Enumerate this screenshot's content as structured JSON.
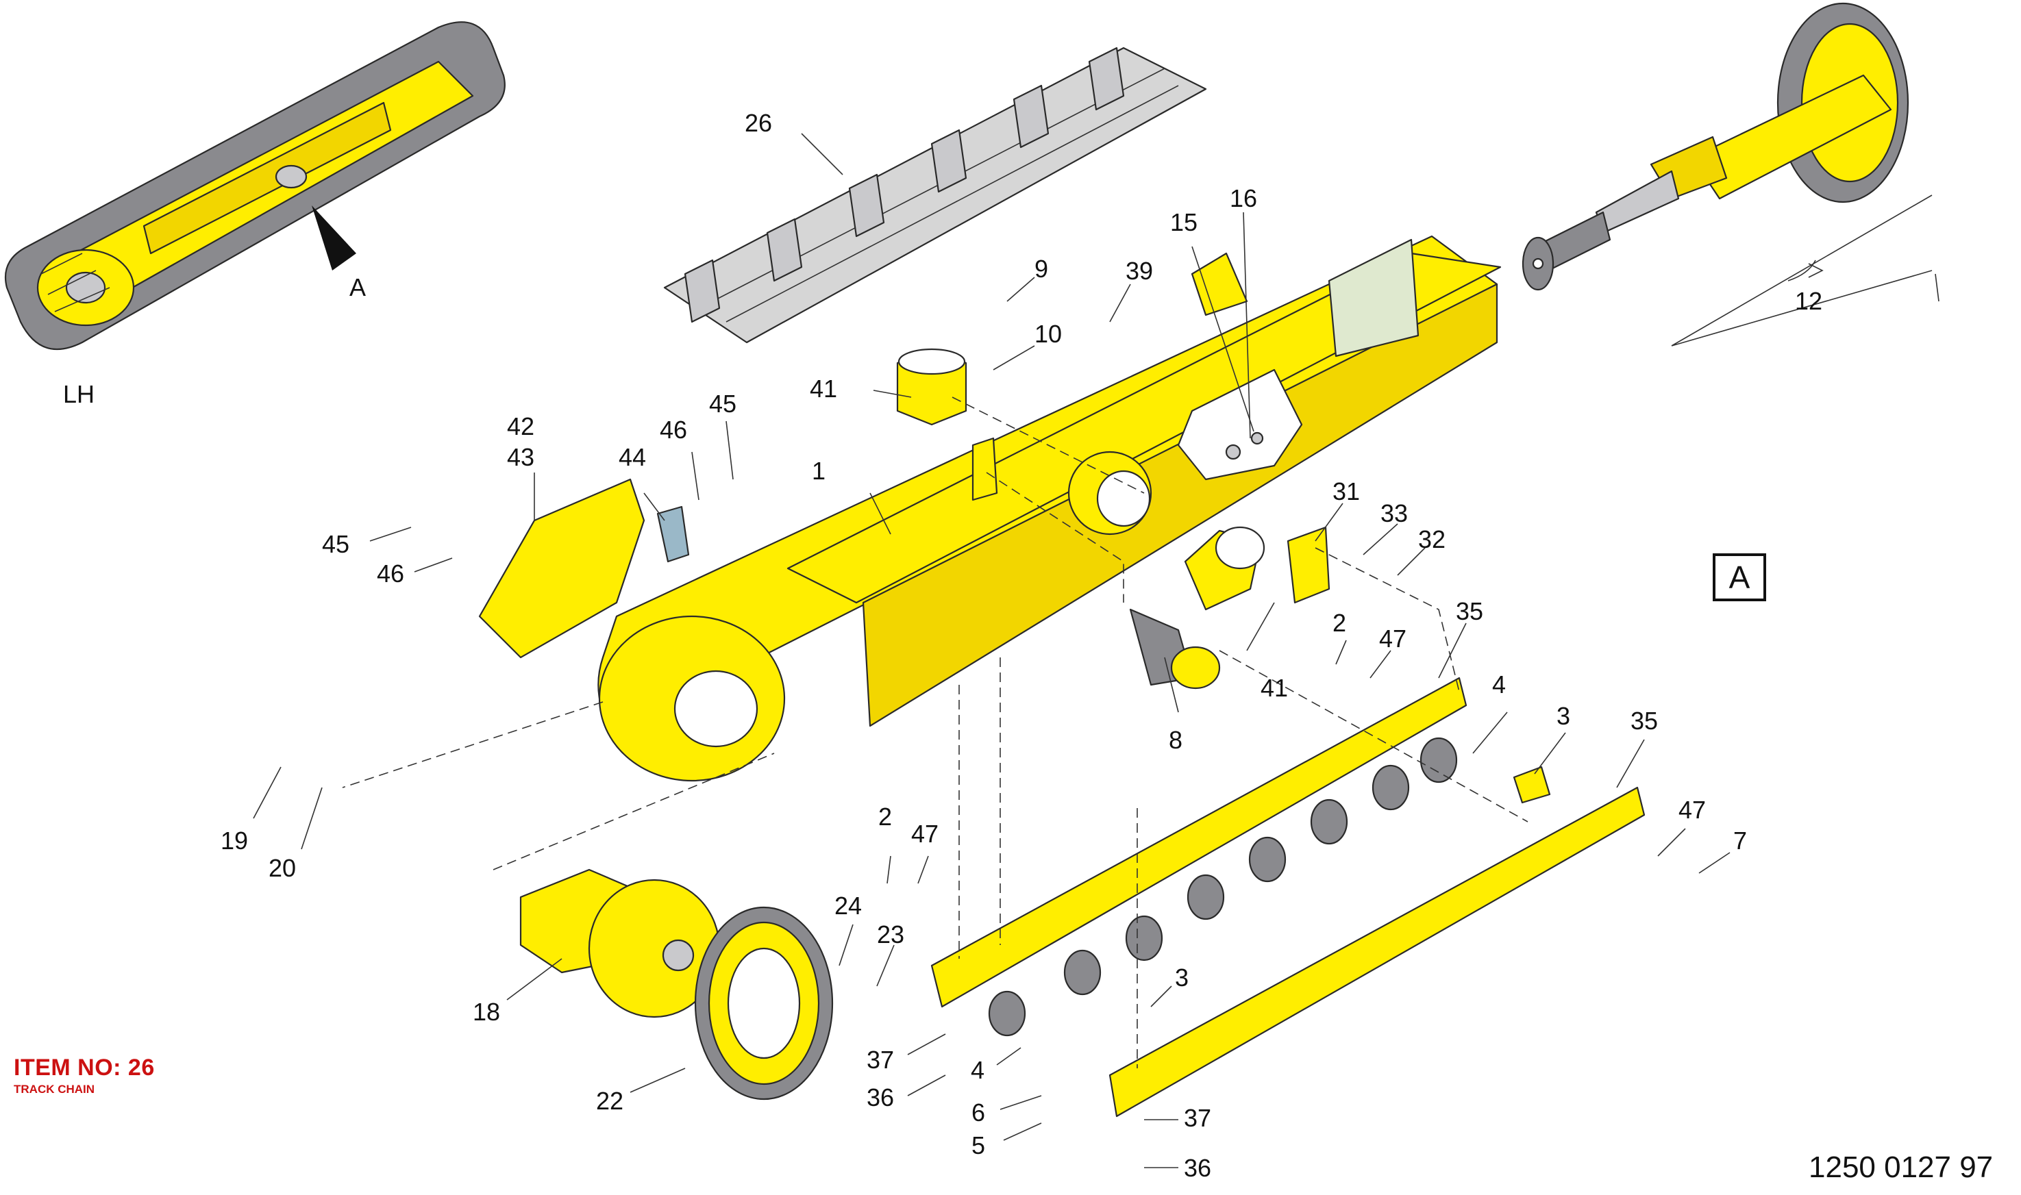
{
  "diagram": {
    "view_marker": "A",
    "overview_side_label": "LH",
    "overview_arrow_label": "A",
    "drawing_number": "1250 0127 97",
    "item_label": {
      "number_text": "ITEM NO: 26",
      "name_text": "TRACK CHAIN",
      "color": "#cc1111"
    },
    "colors": {
      "part_yellow": "#ffee00",
      "track_grey": "#8a8a8e",
      "line": "#2a2a2a"
    },
    "callouts": {
      "c1": "1",
      "c2a": "2",
      "c2b": "2",
      "c3a": "3",
      "c3b": "3",
      "c4a": "4",
      "c4b": "4",
      "c5": "5",
      "c6": "6",
      "c7": "7",
      "c8": "8",
      "c9": "9",
      "c10": "10",
      "c12": "12",
      "c15": "15",
      "c16": "16",
      "c18": "18",
      "c19": "19",
      "c20": "20",
      "c22": "22",
      "c23": "23",
      "c24": "24",
      "c26": "26",
      "c31": "31",
      "c32": "32",
      "c33": "33",
      "c35a": "35",
      "c35b": "35",
      "c36a": "36",
      "c36b": "36",
      "c37a": "37",
      "c37b": "37",
      "c39": "39",
      "c41a": "41",
      "c41b": "41",
      "c42": "42",
      "c43": "43",
      "c44": "44",
      "c45a": "45",
      "c45b": "45",
      "c46a": "46",
      "c46b": "46",
      "c47a": "47",
      "c47b": "47",
      "c47c": "47"
    }
  }
}
